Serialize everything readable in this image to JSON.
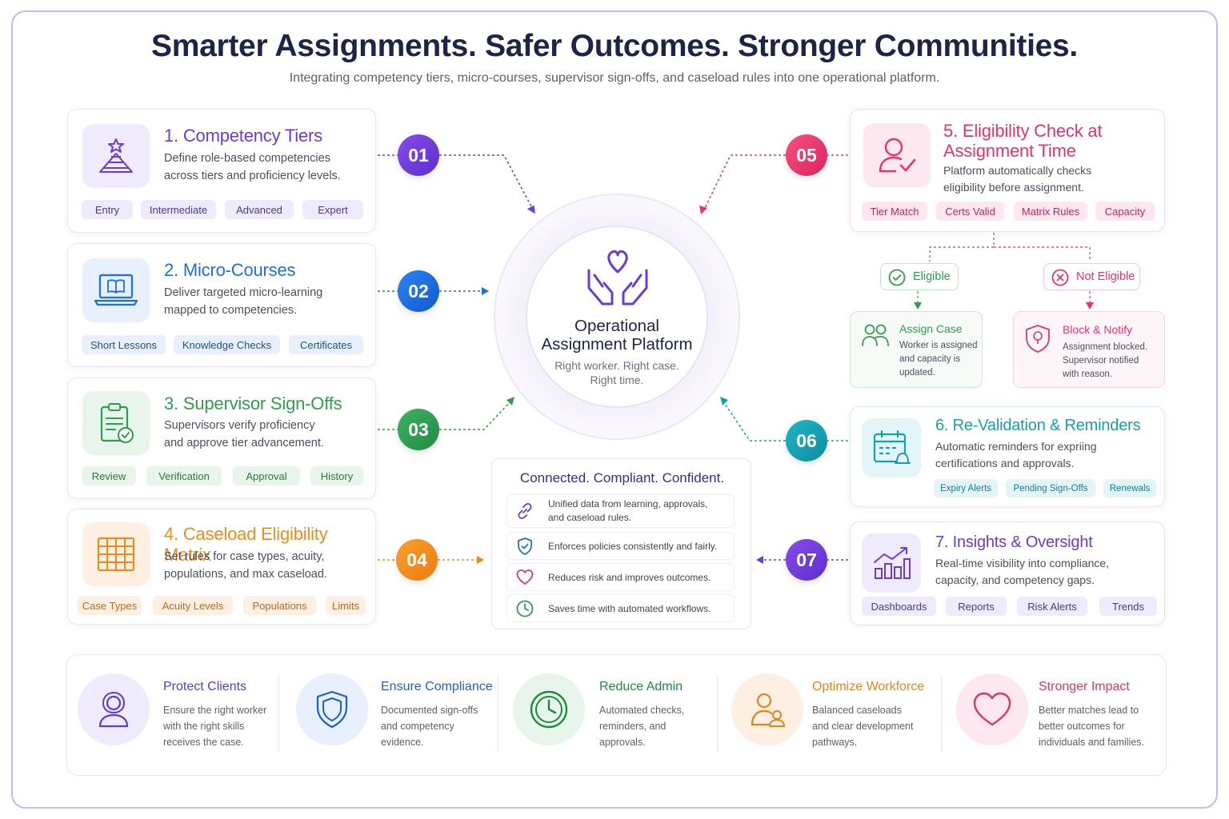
{
  "header": {
    "title": "Smarter Assignments. Safer Outcomes. Stronger Communities.",
    "subtitle": "Integrating competency tiers, micro-courses, supervisor sign-offs, and caseload rules into one operational platform."
  },
  "steps": [
    {
      "num": "01",
      "title": "1. Competency Tiers",
      "desc": [
        "Define role-based competencies",
        "across tiers and proficiency levels."
      ],
      "tags": [
        "Entry",
        "Intermediate",
        "Advanced",
        "Expert"
      ],
      "color": "#6a3bd8",
      "icon": "pyramid-star-icon"
    },
    {
      "num": "02",
      "title": "2. Micro-Courses",
      "desc": [
        "Deliver targeted micro-learning",
        "mapped to competencies."
      ],
      "tags": [
        "Short Lessons",
        "Knowledge Checks",
        "Certificates"
      ],
      "color": "#1f6fe0",
      "icon": "laptop-book-icon"
    },
    {
      "num": "03",
      "title": "3. Supervisor Sign-Offs",
      "desc": [
        "Supervisors verify proficiency",
        "and approve tier advancement."
      ],
      "tags": [
        "Review",
        "Verification",
        "Approval",
        "History"
      ],
      "color": "#2e9e4f",
      "icon": "clipboard-check-icon"
    },
    {
      "num": "04",
      "title": "4. Caseload Eligibility Matrix",
      "desc": [
        "Set rules for case types, acuity,",
        "populations, and max caseload."
      ],
      "tags": [
        "Case Types",
        "Acuity Levels",
        "Populations",
        "Limits"
      ],
      "color": "#f08a1c",
      "icon": "grid-matrix-icon"
    },
    {
      "num": "05",
      "title": [
        "5. Eligibility Check at",
        "Assignment Time"
      ],
      "desc": [
        "Platform automatically checks",
        "eligibility before assignment."
      ],
      "tags": [
        "Tier Match",
        "Certs Valid",
        "Matrix Rules",
        "Capacity"
      ],
      "color": "#e8336f",
      "icon": "user-check-icon"
    },
    {
      "num": "06",
      "title": "6.  Re-Validation & Reminders",
      "desc": [
        "Automatic reminders for expriing",
        "certifications and approvals."
      ],
      "tags": [
        "Expiry Alerts",
        "Pending Sign-Offs",
        "Renewals"
      ],
      "color": "#159fb3",
      "icon": "calendar-bell-icon"
    },
    {
      "num": "07",
      "title": "7.  Insights & Oversight",
      "desc": [
        "Real-time visibility into compliance,",
        "capacity, and competency gaps."
      ],
      "tags": [
        "Dashboards",
        "Reports",
        "Risk Alerts",
        "Trends"
      ],
      "color": "#6a3bd8",
      "icon": "bar-chart-growth-icon"
    }
  ],
  "hub": {
    "title": [
      "Operational",
      "Assignment Platform"
    ],
    "subtitle": [
      "Right worker. Right case.",
      "Right time."
    ],
    "icon": "hands-heart-icon"
  },
  "outcomes": {
    "eligible": {
      "label": "Eligible",
      "title": "Assign Case",
      "text": [
        "Worker is assigned",
        "and capacity is",
        "updated."
      ],
      "color": "#2e9e4f"
    },
    "not_eligible": {
      "label": "Not Eligible",
      "title": "Block & Notify",
      "text": [
        "Assignment blocked.",
        "Supervisor notified",
        "with reason."
      ],
      "color": "#e8336f"
    }
  },
  "connected": {
    "title": "Connected. Compliant. Confident.",
    "items": [
      {
        "text": [
          "Unified data from learning, approvals,",
          "and caseload rules."
        ],
        "icon": "link-icon",
        "color": "#6a3bd8"
      },
      {
        "text": [
          "Enforces policies consistently and fairly."
        ],
        "icon": "shield-check-icon",
        "color": "#1f6fe0"
      },
      {
        "text": [
          "Reduces risk and improves outcomes."
        ],
        "icon": "heart-icon",
        "color": "#e8336f"
      },
      {
        "text": [
          "Saves time with automated workflows."
        ],
        "icon": "clock-icon",
        "color": "#2e9e4f"
      }
    ]
  },
  "benefits": [
    {
      "title": "Protect Clients",
      "text": [
        "Ensure the right worker",
        "with the right skills",
        "receives the case."
      ],
      "color": "#5b3bd0",
      "icon": "user-shield-icon"
    },
    {
      "title": "Ensure Compliance",
      "text": [
        "Documented sign-offs",
        "and competency",
        "evidence."
      ],
      "color": "#1f5fd0",
      "icon": "shield-icon"
    },
    {
      "title": "Reduce Admin",
      "text": [
        "Automated checks,",
        "reminders, and",
        "approvals."
      ],
      "color": "#1e8a3e",
      "icon": "clock-icon"
    },
    {
      "title": "Optimize Workforce",
      "text": [
        "Balanced caseloads",
        "and clear development",
        "pathways."
      ],
      "color": "#e8821a",
      "icon": "users-icon"
    },
    {
      "title": "Stronger Impact",
      "text": [
        "Better matches lead to",
        "better outcomes for",
        "individuals and families."
      ],
      "color": "#e0336a",
      "icon": "heart-icon"
    }
  ]
}
